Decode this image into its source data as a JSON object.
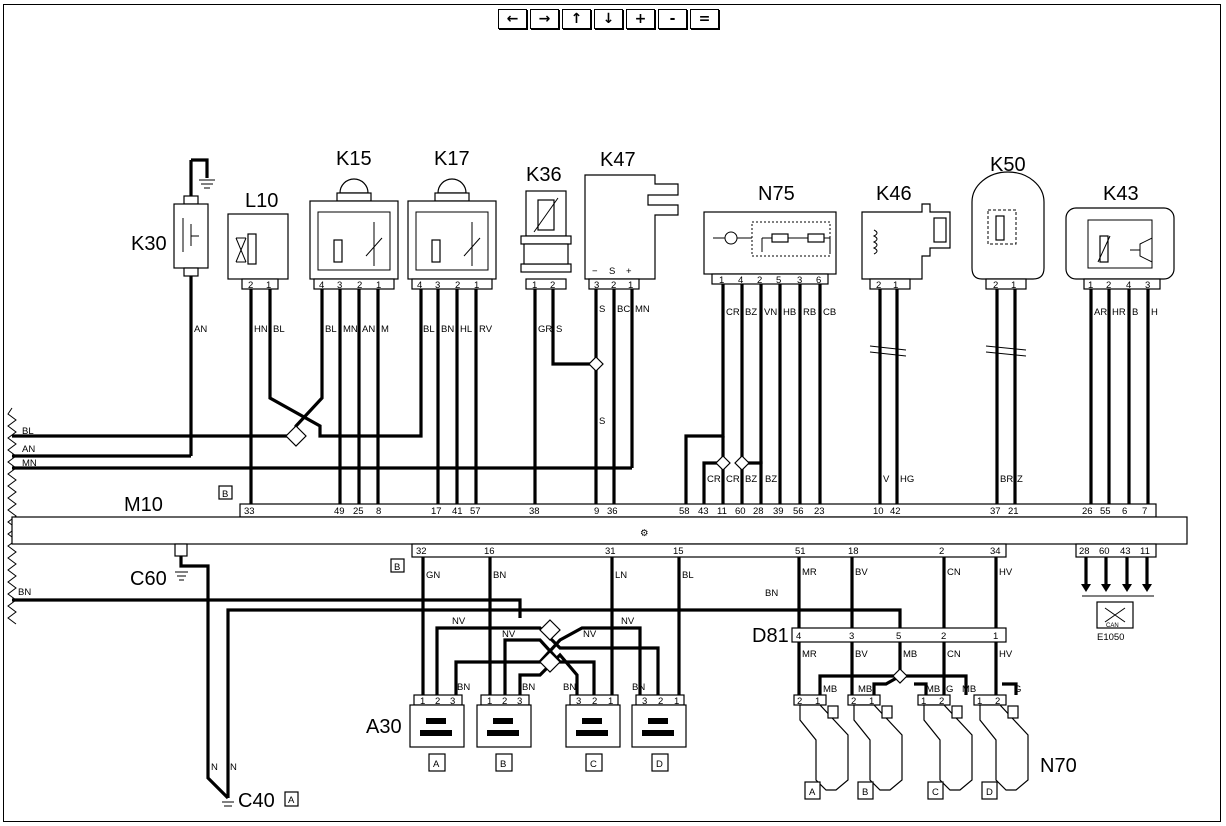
{
  "toolbar": {
    "buttons": [
      {
        "name": "arrow-left-button",
        "glyph": "←"
      },
      {
        "name": "arrow-right-button",
        "glyph": "→"
      },
      {
        "name": "arrow-up-button",
        "glyph": "↑"
      },
      {
        "name": "arrow-down-button",
        "glyph": "↓"
      },
      {
        "name": "zoom-in-button",
        "glyph": "+"
      },
      {
        "name": "zoom-out-button",
        "glyph": "-"
      },
      {
        "name": "zoom-fit-button",
        "glyph": "="
      }
    ]
  },
  "components": {
    "k30": "K30",
    "l10": "L10",
    "k15": "K15",
    "k17": "K17",
    "k36": "K36",
    "k47": "K47",
    "n75": "N75",
    "k46": "K46",
    "k50": "K50",
    "k43": "K43",
    "m10": "M10",
    "c60": "C60",
    "c40": "C40",
    "a30": "A30",
    "d81": "D81",
    "n70": "N70",
    "e1050": "E1050",
    "can": "CAN"
  },
  "markers": {
    "b": "B",
    "a": "A",
    "c": "C",
    "d": "D"
  },
  "k47_signs": {
    "minus": "−",
    "s": "S",
    "plus": "+"
  },
  "bus_wires": {
    "bl": "BL",
    "an": "AN",
    "mn": "MN",
    "bn": "BN"
  },
  "upper_connector": {
    "pins": [
      "33",
      "49",
      "25",
      "8",
      "17",
      "41",
      "57",
      "38",
      "9",
      "36",
      "58",
      "43",
      "11",
      "60",
      "28",
      "39",
      "56",
      "23",
      "10",
      "42",
      "37",
      "21",
      "26",
      "55",
      "6",
      "7"
    ]
  },
  "lower_connector": {
    "pins": [
      "32",
      "16",
      "31",
      "15",
      "51",
      "18",
      "2",
      "34"
    ],
    "can_pins": [
      "28",
      "60",
      "43",
      "11"
    ]
  },
  "wire_colors": {
    "an": "AN",
    "hn": "HN",
    "bl": "BL",
    "mn": "MN",
    "m": "M",
    "bn": "BN",
    "hl": "HL",
    "rv": "RV",
    "gr": "GR",
    "s": "S",
    "bc": "BC",
    "cr": "CR",
    "bz": "BZ",
    "vn": "VN",
    "hb": "HB",
    "rb": "RB",
    "cb": "CB",
    "v": "V",
    "hg": "HG",
    "br": "BR",
    "z": "Z",
    "ar": "AR",
    "hr": "HR",
    "b": "B",
    "h": "H",
    "gn": "GN",
    "ln": "LN",
    "nv": "NV",
    "mr": "MR",
    "bv": "BV",
    "mb": "MB",
    "cn": "CN",
    "hv": "HV",
    "g": "G",
    "n": "N"
  },
  "d81_pins": [
    "4",
    "3",
    "5",
    "2",
    "1"
  ]
}
